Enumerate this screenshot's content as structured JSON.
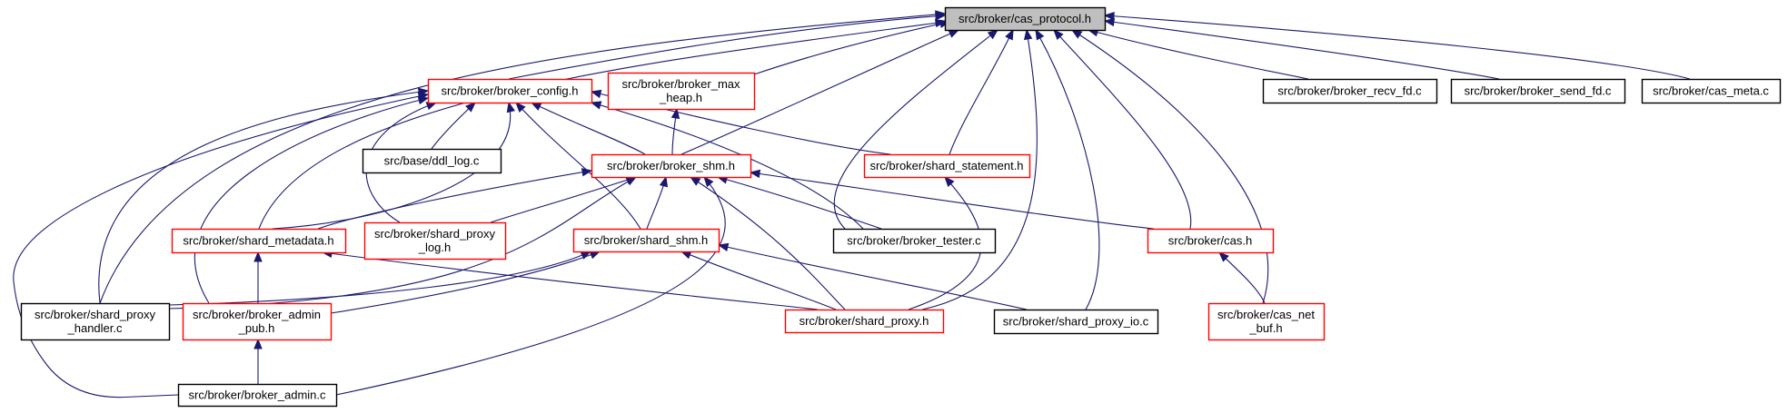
{
  "diagram": {
    "colors": {
      "edge": "#191970",
      "root_fill": "#bfbfbf",
      "root_border": "#000000",
      "red_border": "#ff0000",
      "black_border": "#000000",
      "node_fill": "#ffffff"
    },
    "nodes": [
      {
        "id": "cas_protocol_h",
        "lines": [
          "src/broker/cas_protocol.h"
        ],
        "style": "root"
      },
      {
        "id": "broker_config_h",
        "lines": [
          "src/broker/broker_config.h"
        ],
        "style": "red"
      },
      {
        "id": "broker_max_heap_h",
        "lines": [
          "src/broker/broker_max",
          "_heap.h"
        ],
        "style": "red"
      },
      {
        "id": "broker_recv_fd_c",
        "lines": [
          "src/broker/broker_recv_fd.c"
        ],
        "style": "black"
      },
      {
        "id": "broker_send_fd_c",
        "lines": [
          "src/broker/broker_send_fd.c"
        ],
        "style": "black"
      },
      {
        "id": "cas_meta_c",
        "lines": [
          "src/broker/cas_meta.c"
        ],
        "style": "black"
      },
      {
        "id": "ddl_log_c",
        "lines": [
          "src/base/ddl_log.c"
        ],
        "style": "black"
      },
      {
        "id": "broker_shm_h",
        "lines": [
          "src/broker/broker_shm.h"
        ],
        "style": "red"
      },
      {
        "id": "shard_statement_h",
        "lines": [
          "src/broker/shard_statement.h"
        ],
        "style": "red"
      },
      {
        "id": "shard_metadata_h",
        "lines": [
          "src/broker/shard_metadata.h"
        ],
        "style": "red"
      },
      {
        "id": "shard_proxy_log_h",
        "lines": [
          "src/broker/shard_proxy",
          "_log.h"
        ],
        "style": "red"
      },
      {
        "id": "shard_shm_h",
        "lines": [
          "src/broker/shard_shm.h"
        ],
        "style": "red"
      },
      {
        "id": "broker_tester_c",
        "lines": [
          "src/broker/broker_tester.c"
        ],
        "style": "black"
      },
      {
        "id": "cas_h",
        "lines": [
          "src/broker/cas.h"
        ],
        "style": "red"
      },
      {
        "id": "shard_proxy_handler_c",
        "lines": [
          "src/broker/shard_proxy",
          "_handler.c"
        ],
        "style": "black"
      },
      {
        "id": "broker_admin_pub_h",
        "lines": [
          "src/broker/broker_admin",
          "_pub.h"
        ],
        "style": "red"
      },
      {
        "id": "shard_proxy_h",
        "lines": [
          "src/broker/shard_proxy.h"
        ],
        "style": "red"
      },
      {
        "id": "shard_proxy_io_c",
        "lines": [
          "src/broker/shard_proxy_io.c"
        ],
        "style": "black"
      },
      {
        "id": "cas_net_buf_h",
        "lines": [
          "src/broker/cas_net",
          "_buf.h"
        ],
        "style": "red"
      },
      {
        "id": "broker_admin_c",
        "lines": [
          "src/broker/broker_admin.c"
        ],
        "style": "black"
      }
    ],
    "edges": [
      {
        "from": "broker_config_h",
        "to": "cas_protocol_h"
      },
      {
        "from": "broker_max_heap_h",
        "to": "cas_protocol_h"
      },
      {
        "from": "broker_recv_fd_c",
        "to": "cas_protocol_h"
      },
      {
        "from": "broker_send_fd_c",
        "to": "cas_protocol_h"
      },
      {
        "from": "cas_meta_c",
        "to": "cas_protocol_h"
      },
      {
        "from": "broker_shm_h",
        "to": "cas_protocol_h"
      },
      {
        "from": "shard_statement_h",
        "to": "cas_protocol_h"
      },
      {
        "from": "shard_metadata_h",
        "to": "cas_protocol_h"
      },
      {
        "from": "broker_tester_c",
        "to": "cas_protocol_h"
      },
      {
        "from": "cas_h",
        "to": "cas_protocol_h"
      },
      {
        "from": "shard_proxy_handler_c",
        "to": "cas_protocol_h"
      },
      {
        "from": "shard_proxy_h",
        "to": "cas_protocol_h"
      },
      {
        "from": "shard_proxy_io_c",
        "to": "cas_protocol_h"
      },
      {
        "from": "cas_net_buf_h",
        "to": "cas_protocol_h"
      },
      {
        "from": "ddl_log_c",
        "to": "broker_config_h"
      },
      {
        "from": "broker_shm_h",
        "to": "broker_config_h"
      },
      {
        "from": "shard_statement_h",
        "to": "broker_config_h"
      },
      {
        "from": "shard_metadata_h",
        "to": "broker_config_h"
      },
      {
        "from": "shard_proxy_log_h",
        "to": "broker_config_h"
      },
      {
        "from": "shard_shm_h",
        "to": "broker_config_h"
      },
      {
        "from": "broker_tester_c",
        "to": "broker_config_h"
      },
      {
        "from": "shard_proxy_handler_c",
        "to": "broker_config_h"
      },
      {
        "from": "broker_admin_pub_h",
        "to": "broker_config_h"
      },
      {
        "from": "broker_admin_c",
        "to": "broker_config_h"
      },
      {
        "from": "broker_shm_h",
        "to": "broker_max_heap_h"
      },
      {
        "from": "shard_metadata_h",
        "to": "broker_shm_h"
      },
      {
        "from": "shard_proxy_log_h",
        "to": "broker_shm_h"
      },
      {
        "from": "shard_shm_h",
        "to": "broker_shm_h"
      },
      {
        "from": "broker_tester_c",
        "to": "broker_shm_h"
      },
      {
        "from": "cas_h",
        "to": "broker_shm_h"
      },
      {
        "from": "shard_proxy_handler_c",
        "to": "broker_shm_h"
      },
      {
        "from": "shard_proxy_h",
        "to": "broker_shm_h"
      },
      {
        "from": "broker_admin_c",
        "to": "broker_shm_h"
      },
      {
        "from": "shard_proxy_h",
        "to": "shard_statement_h"
      },
      {
        "from": "broker_admin_pub_h",
        "to": "shard_metadata_h"
      },
      {
        "from": "shard_proxy_h",
        "to": "shard_metadata_h"
      },
      {
        "from": "shard_proxy_handler_c",
        "to": "shard_shm_h"
      },
      {
        "from": "broker_admin_pub_h",
        "to": "shard_shm_h"
      },
      {
        "from": "shard_proxy_h",
        "to": "shard_shm_h"
      },
      {
        "from": "shard_proxy_io_c",
        "to": "shard_shm_h"
      },
      {
        "from": "cas_net_buf_h",
        "to": "cas_h"
      },
      {
        "from": "broker_admin_c",
        "to": "broker_admin_pub_h"
      }
    ]
  }
}
